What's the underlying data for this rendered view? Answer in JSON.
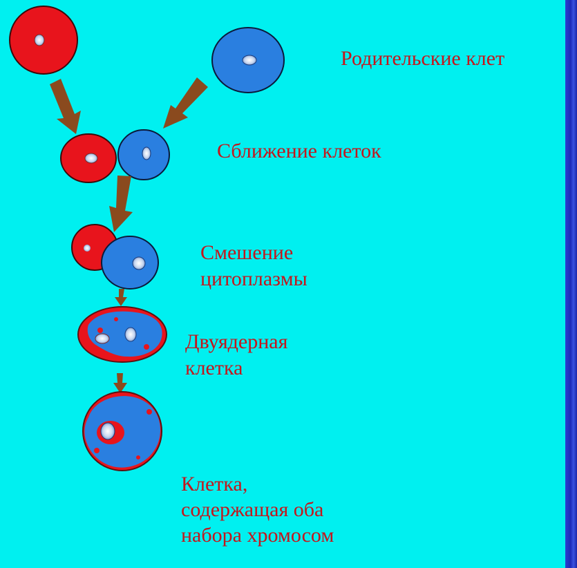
{
  "labels": {
    "parents": "Родительские клет",
    "approach": "Сближение клеток",
    "mixing": [
      "Смешение",
      "цитоплазмы"
    ],
    "binuclear": [
      "Двуядерная",
      "клетка"
    ],
    "final": [
      "Клетка,",
      "содержащая оба",
      "набора хромосом"
    ]
  },
  "colors": {
    "background": "#00f0f0",
    "red_cell": "#e8141c",
    "blue_cell": "#2a7fe0",
    "arrow": "#8a4a1e",
    "label": "#c4161c"
  }
}
